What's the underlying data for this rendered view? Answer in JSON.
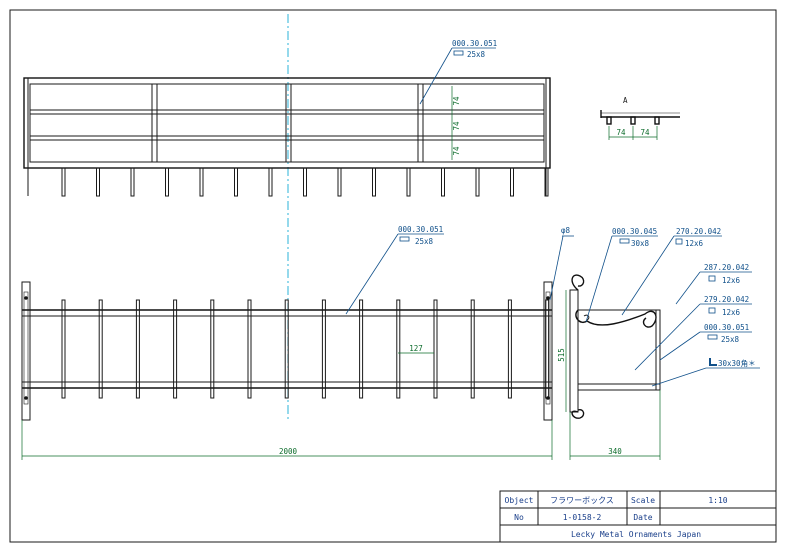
{
  "colors": {
    "outline": "#1a1a1a",
    "part_label": "#10508a",
    "dimension": "#0b6b2a",
    "centerline": "#2bb3d9",
    "title_block_text": "#1a3f8a"
  },
  "top_view": {
    "part_label": {
      "code": "000.30.051",
      "size": "25x8"
    },
    "spacings": [
      "74",
      "74",
      "74"
    ]
  },
  "section_detail": {
    "label": "A",
    "spacings": [
      "74",
      "74"
    ]
  },
  "front_view": {
    "part_label": {
      "code": "000.30.051",
      "size": "25x8"
    },
    "bar_pitch": "127",
    "overall_width": "2000"
  },
  "side_view": {
    "diameter": "φ8",
    "height": "515",
    "depth": "340",
    "parts": [
      {
        "code": "000.30.045",
        "size": "30x8"
      },
      {
        "code": "270.20.042",
        "size": "12x6"
      },
      {
        "code": "287.20.042",
        "size": "12x6"
      },
      {
        "code": "279.20.042",
        "size": "12x6"
      },
      {
        "code": "000.30.051",
        "size": "25x8"
      }
    ],
    "angle_part": "30x30角＊"
  },
  "title_block": {
    "object_label": "Object",
    "object_value": "フラワーボックス",
    "scale_label": "Scale",
    "scale_value": "1:10",
    "no_label": "No",
    "no_value": "1-0158-2",
    "date_label": "Date",
    "date_value": "",
    "company": "Lecky Metal Ornaments Japan"
  }
}
